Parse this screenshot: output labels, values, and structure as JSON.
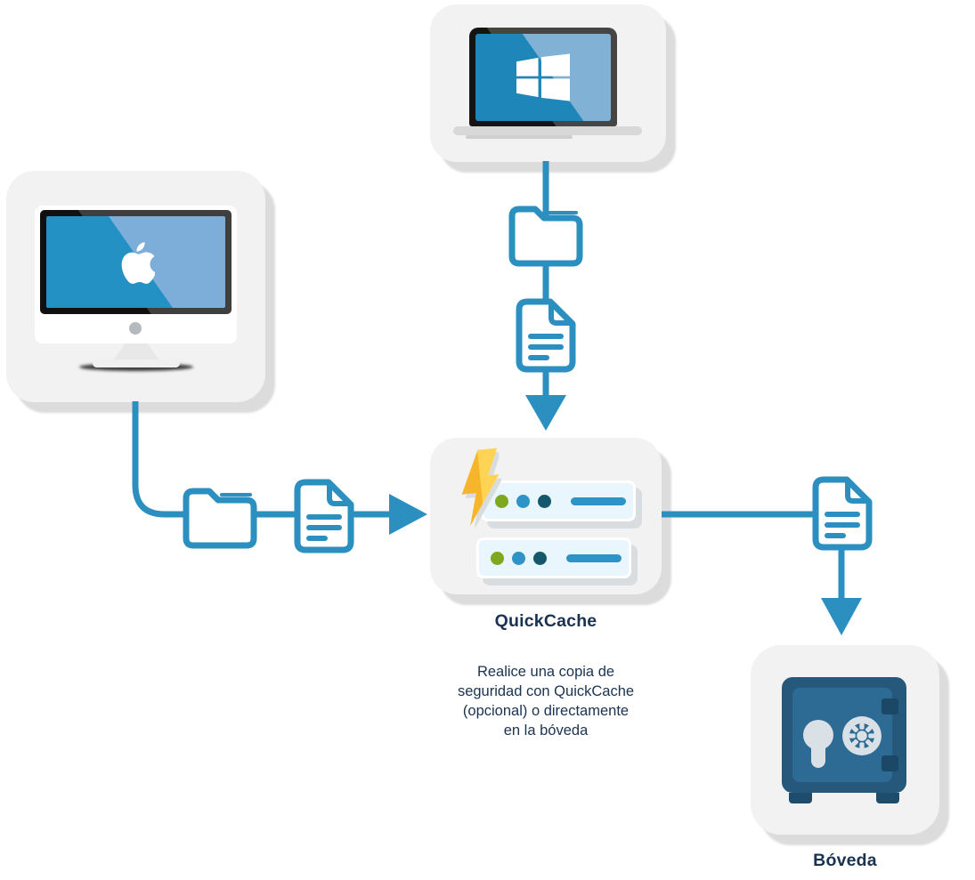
{
  "labels": {
    "quickcache": "QuickCache",
    "vault": "Bóveda"
  },
  "caption": {
    "lines": [
      "Realice una copia de",
      "seguridad con QuickCache",
      "(opcional) o directamente",
      "en la bóveda"
    ]
  },
  "nodes": {
    "windows_laptop": {
      "icon": "windows-laptop-icon"
    },
    "mac_desktop": {
      "icon": "apple-imac-icon"
    },
    "quickcache": {
      "icon": "server-lightning-icon"
    },
    "vault": {
      "icon": "safe-icon"
    }
  },
  "flows": [
    {
      "from": "windows-laptop",
      "to": "quickcache",
      "items": [
        "folder",
        "document"
      ]
    },
    {
      "from": "mac-desktop",
      "to": "quickcache",
      "items": [
        "folder",
        "document"
      ]
    },
    {
      "from": "quickcache",
      "to": "vault",
      "items": [
        "document"
      ]
    }
  ],
  "colors": {
    "accent_blue": "#2b8fc0",
    "card_background": "#f2f2f2",
    "card_shadow": "#dcdcdc",
    "text_navy": "#1a3350",
    "screen_blue_dark": "#1e86b9",
    "screen_blue_light": "#82b1d6",
    "bolt_gold": "#f7b52c",
    "bolt_yellow": "#ffd454",
    "status_dot_green": "#7fa821",
    "status_dot_blue": "#2e93c6",
    "status_dot_teal": "#14596b",
    "safe_body": "#26587b",
    "safe_door": "#2e6b94",
    "safe_metal": "#d9e1e7"
  }
}
